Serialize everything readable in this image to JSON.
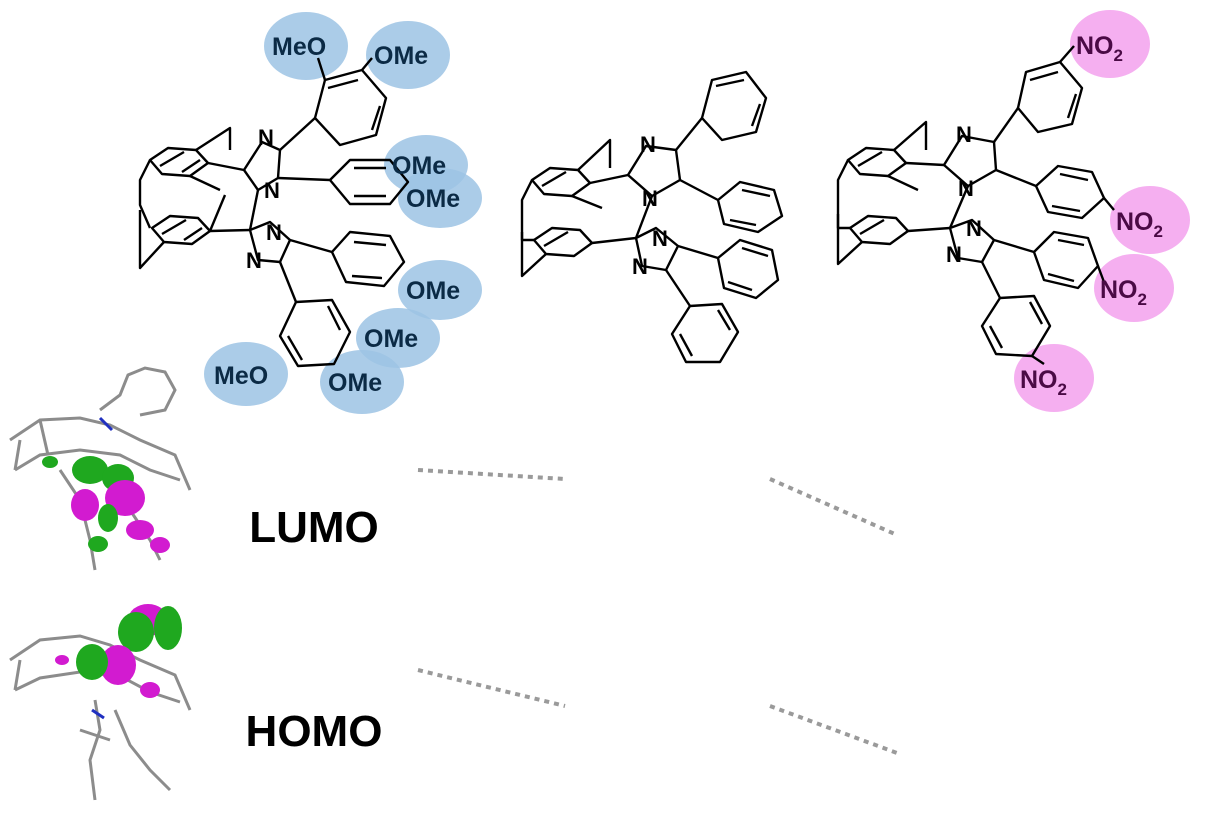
{
  "colors": {
    "donor_level": "#1a2fe0",
    "parent_level": "#111111",
    "acceptor_level": "#e824d8",
    "donor_halo": "#9cc3e4",
    "acceptor_halo": "#f4a6ee",
    "connector": "#9a9a9a",
    "orbital_lobe_a": "#1fa81f",
    "orbital_lobe_b": "#d21bd0"
  },
  "molecules": {
    "methoxy": {
      "ring_atoms": [
        "N",
        "N",
        "N",
        "N"
      ],
      "substituents": [
        "MeO",
        "OMe",
        "OMe",
        "OMe",
        "OMe",
        "OMe",
        "MeO",
        "OMe"
      ]
    },
    "parent": {
      "ring_atoms": [
        "N",
        "N",
        "N",
        "N"
      ]
    },
    "nitro": {
      "ring_atoms": [
        "N",
        "N",
        "N",
        "N"
      ],
      "substituents": [
        {
          "main": "NO",
          "sub": "2"
        },
        {
          "main": "NO",
          "sub": "2"
        },
        {
          "main": "NO",
          "sub": "2"
        },
        {
          "main": "NO",
          "sub": "2"
        }
      ]
    }
  },
  "levels": {
    "lumo_label": "LUMO",
    "homo_label": "HOMO"
  },
  "icons": {
    "lumo_orbital": "lumo-orbital-render-icon",
    "homo_orbital": "homo-orbital-render-icon"
  }
}
